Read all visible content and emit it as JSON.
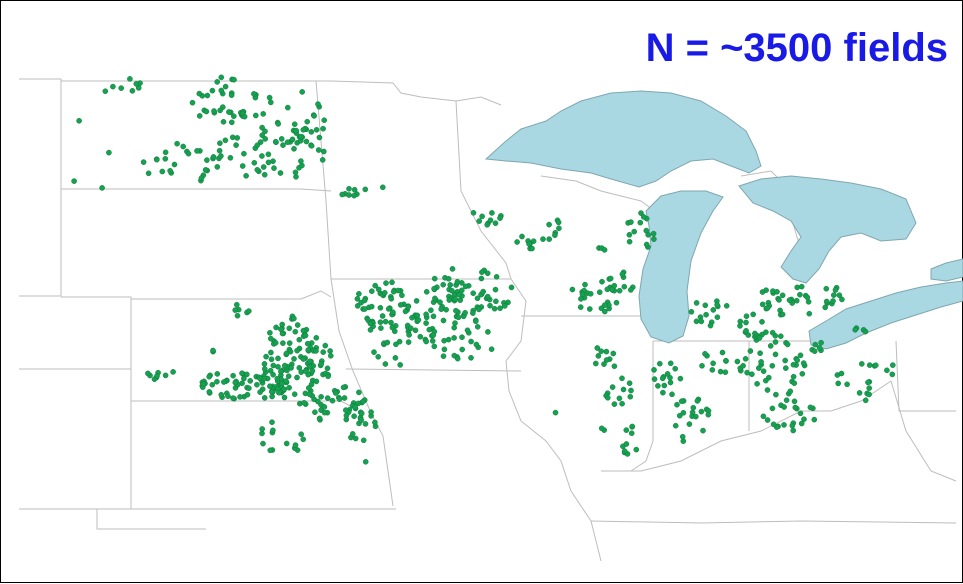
{
  "label": {
    "text": "N = ~3500 fields"
  },
  "colors": {
    "label": "#1a1ae6",
    "field_dot": "#16a151",
    "field_dot_edge": "#0c6e36",
    "lake": "#a9d7e2",
    "lake_edge": "#7fa7b1",
    "border": "#bdbdbd",
    "background": "#ffffff"
  },
  "map": {
    "layers": [
      "state-boundaries",
      "great-lakes",
      "field-locations"
    ],
    "lakes": [
      "Lake Superior",
      "Lake Michigan",
      "Lake Huron",
      "Lake Erie",
      "Lake Ontario"
    ],
    "states": [
      "North Dakota",
      "South Dakota",
      "Nebraska",
      "Kansas",
      "Minnesota",
      "Iowa",
      "Missouri",
      "Wisconsin",
      "Illinois",
      "Michigan",
      "Indiana",
      "Ohio",
      "Kentucky"
    ]
  }
}
